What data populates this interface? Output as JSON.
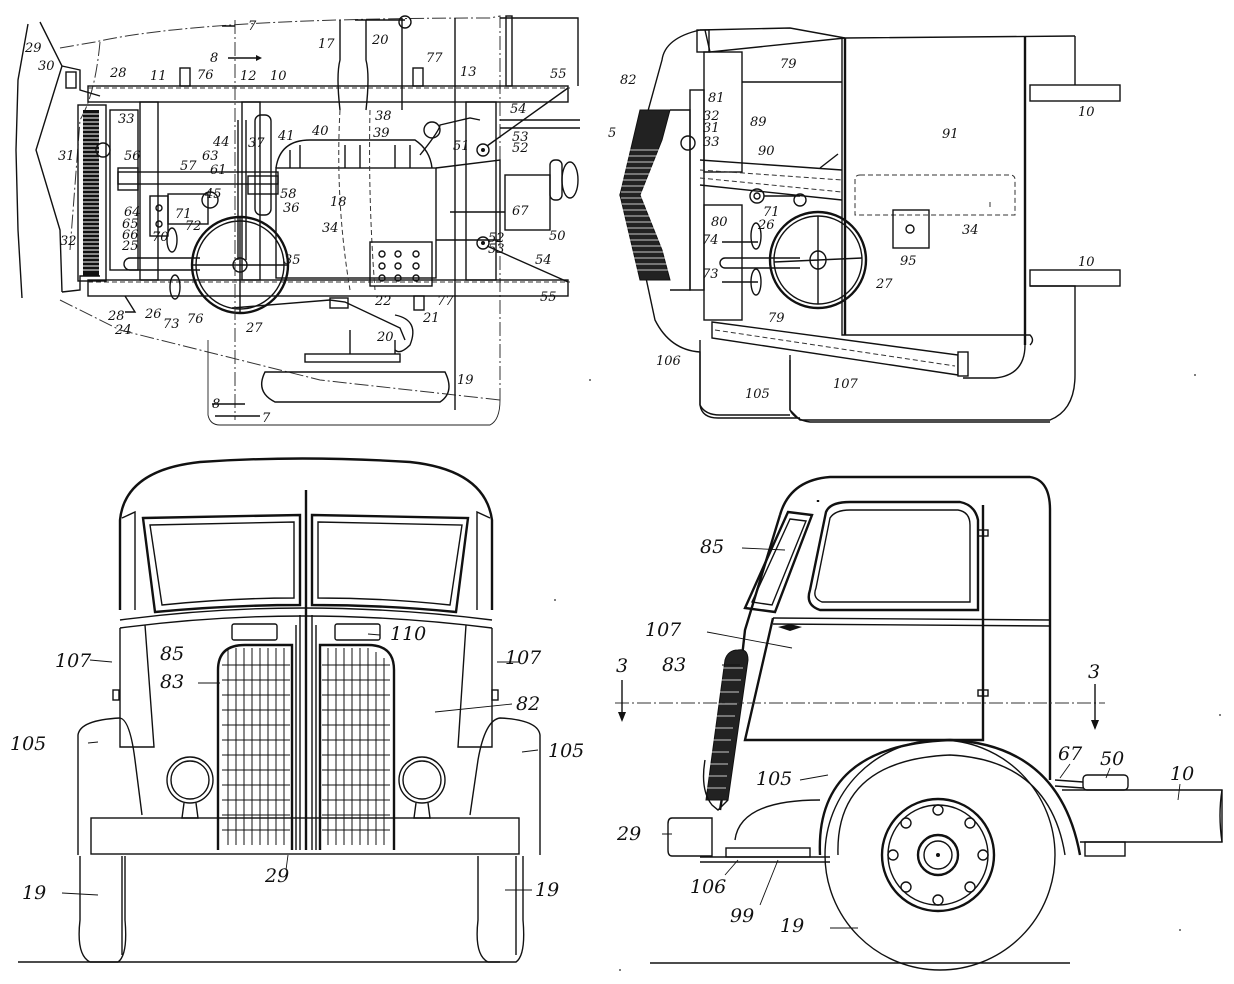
{
  "document": {
    "type": "patent drawing sheet",
    "subject": "truck cab-over-engine arrangement",
    "views": [
      {
        "id": "plan-view-chassis",
        "position": "top-left",
        "description": "plan view of chassis with engine, steering and controls",
        "labels": [
          "29",
          "30",
          "28",
          "11",
          "76",
          "12",
          "10",
          "17",
          "20",
          "77",
          "13",
          "55",
          "54",
          "33",
          "31",
          "56",
          "57",
          "63",
          "44",
          "37",
          "41",
          "40",
          "38",
          "39",
          "51",
          "53",
          "52",
          "61",
          "58",
          "36",
          "18",
          "34",
          "67",
          "50",
          "64",
          "65",
          "66",
          "45",
          "71",
          "72",
          "70",
          "25",
          "26",
          "73",
          "35",
          "27",
          "22",
          "21",
          "19",
          "8",
          "7",
          "32",
          "24"
        ]
      },
      {
        "id": "plan-view-cab",
        "position": "top-right",
        "description": "plan view of cab interior",
        "labels": [
          "82",
          "79",
          "81",
          "32",
          "31",
          "33",
          "89",
          "91",
          "90",
          "10",
          "71",
          "34",
          "80",
          "26",
          "74",
          "73",
          "95",
          "27",
          "106",
          "105",
          "107",
          "5"
        ]
      },
      {
        "id": "front-elevation",
        "position": "bottom-left",
        "description": "front elevation of truck cab",
        "labels": [
          "107",
          "85",
          "83",
          "110",
          "82",
          "105",
          "29",
          "19"
        ]
      },
      {
        "id": "side-elevation",
        "position": "bottom-right",
        "description": "side elevation of truck cab",
        "labels": [
          "85",
          "107",
          "83",
          "3",
          "105",
          "67",
          "50",
          "10",
          "29",
          "106",
          "99",
          "19"
        ]
      }
    ]
  },
  "labels": {
    "pv": {
      "l29": "29",
      "l30": "30",
      "l28a": "28",
      "l11": "11",
      "l76a": "76",
      "l12": "12",
      "l10": "10",
      "l17": "17",
      "l20a": "20",
      "l77a": "77",
      "l13": "13",
      "l55a": "55",
      "l54a": "54",
      "l33": "33",
      "l31": "31",
      "l56": "56",
      "l57": "57",
      "l63": "63",
      "l44": "44",
      "l37": "37",
      "l41": "41",
      "l40": "40",
      "l38": "38",
      "l39": "39",
      "l51": "51",
      "l53a": "53",
      "l52a": "52",
      "l61": "61",
      "l58": "58",
      "l36": "36",
      "l18": "18",
      "l34": "34",
      "l67": "67",
      "l50": "50",
      "l64": "64",
      "l65": "65",
      "l66": "66",
      "l45": "45",
      "l71": "71",
      "l72": "72",
      "l70": "70",
      "l25": "25",
      "l26": "26",
      "l73": "73",
      "l76b": "76",
      "l35": "35",
      "l27": "27",
      "l52b": "52",
      "l53b": "53",
      "l54b": "54",
      "l55b": "55",
      "l32": "32",
      "l28b": "28",
      "l24": "24",
      "l22": "22",
      "l21": "21",
      "l77b": "77",
      "l20b": "20",
      "l19": "19",
      "l8a": "8",
      "l7a": "7",
      "l8b": "8",
      "l7b": "7"
    },
    "cv": {
      "l82": "82",
      "l79a": "79",
      "l81": "81",
      "l32": "32",
      "l31": "31",
      "l33": "33",
      "l89": "89",
      "l91": "91",
      "l10a": "10",
      "l5": "5",
      "l90": "90",
      "l71": "71",
      "l34": "34",
      "l80": "80",
      "l26": "26",
      "l74": "74",
      "l73": "73",
      "l95": "95",
      "l10b": "10",
      "l27": "27",
      "l79b": "79",
      "l106": "106",
      "l105": "105",
      "l107": "107"
    },
    "fe": {
      "l85": "85",
      "l107a": "107",
      "l107b": "107",
      "l83": "83",
      "l110": "110",
      "l82": "82",
      "l105a": "105",
      "l105b": "105",
      "l29": "29",
      "l19a": "19",
      "l19b": "19"
    },
    "se": {
      "l85": "85",
      "l107": "107",
      "l83": "83",
      "l3a": "3",
      "l3b": "3",
      "l105": "105",
      "l67": "67",
      "l50": "50",
      "l10": "10",
      "l29": "29",
      "l106": "106",
      "l99": "99",
      "l19": "19"
    }
  }
}
